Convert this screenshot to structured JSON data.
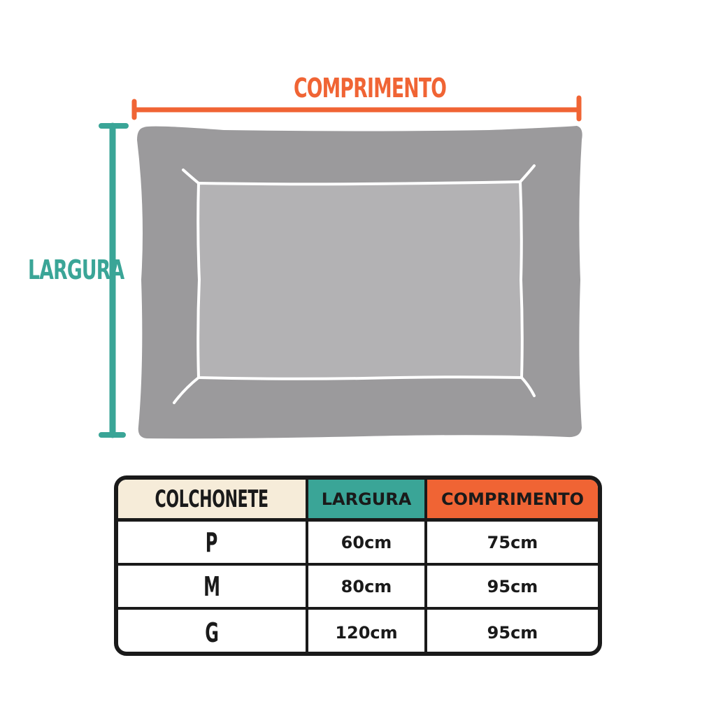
{
  "diagram": {
    "length_label": "COMPRIMENTO",
    "width_label": "LARGURA",
    "colors": {
      "length": "#f06434",
      "width": "#3aa597",
      "mat_outer": "#9b9a9c",
      "mat_inner": "#b3b2b4",
      "stitch": "#ffffff"
    }
  },
  "table": {
    "headers": {
      "product": "COLCHONETE",
      "width": "LARGURA",
      "length": "COMPRIMENTO"
    },
    "header_colors": {
      "product": "#f6ecd9",
      "width": "#3aa597",
      "length": "#f06434"
    },
    "rows": [
      {
        "size": "P",
        "width": "60cm",
        "length": "75cm"
      },
      {
        "size": "M",
        "width": "80cm",
        "length": "95cm"
      },
      {
        "size": "G",
        "width": "120cm",
        "length": "95cm"
      }
    ]
  }
}
